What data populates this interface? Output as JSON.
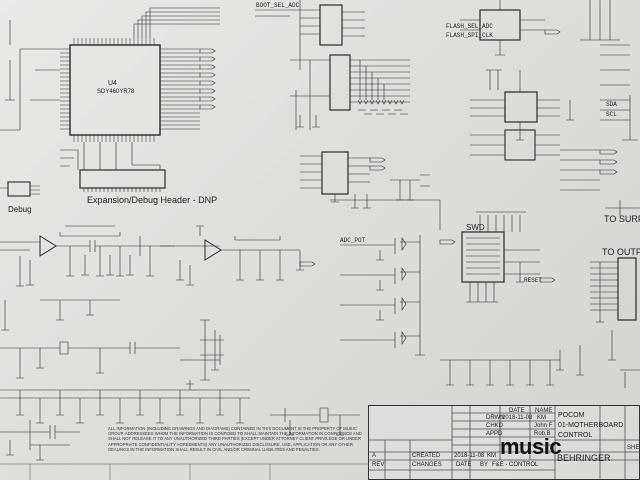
{
  "blocks": {
    "u4_ref": "U4",
    "u4_part": "SDY460YR78",
    "expansion_header": "Expansion/Debug Header - DNP",
    "debug": "Debug",
    "swd": "SWD",
    "to_surface": "TO SURFA",
    "to_output": "TO OUTPUT"
  },
  "nets": {
    "boot_sel": "BOOT_SEL_ADC",
    "flash_sel": "FLASH_SEL_ADC",
    "flash_spi_clk": "FLASH_SPI_CLK",
    "sda": "SDA",
    "scl": "SCL",
    "reset": "RESET",
    "adc_pot": "ADC_POT"
  },
  "title_block": {
    "drawn_label": "DRWN",
    "drawn_date": "2018-11-08",
    "drawn_by": "KM",
    "chkd_label": "CHKD",
    "chkd_by": "John F",
    "appd_label": "APPD",
    "appd_by": "Rob.B",
    "date_header": "DATE",
    "name_header": "NAME",
    "title_line1": "POCOM",
    "title_line2": "01-MOTHERBOARD",
    "title_line3": "CONTROL",
    "company_logo": "music",
    "brand": "BEHRINGER",
    "created_label": "CREATED",
    "changes_label": "CHANGES",
    "rev_label": "REV",
    "a_label": "A",
    "created_date": "2018-11-08",
    "created_by": "KM",
    "footer_date": "DATE",
    "footer_by": "BY",
    "footer_note": "F&E - CONTROL",
    "sheet_label": "SHE"
  },
  "disclaimer": "All information (including drawings and diagrams) contained in this document is the property of Music Group. Addressees whom the information is confided to shall maintain the information in confidence and shall not release it to any unauthorized third parties (except under attorney client privilege or under appropriate confidentiality agreements) any unauthorized disclosure, use, application or any other dealings in the information shall result in civil and/or criminal liabilities and penalties."
}
